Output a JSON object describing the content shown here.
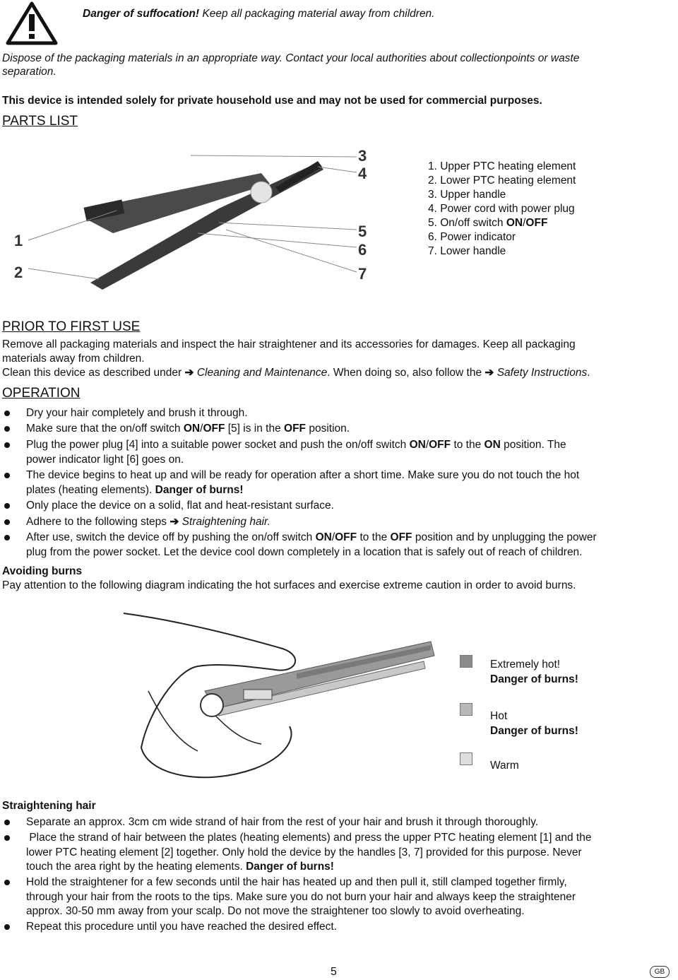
{
  "warning": {
    "danger_label": "Danger of suffocation!",
    "text": "Keep all packaging material away from children."
  },
  "intro": {
    "dispose_1": "Dispose of the packaging materials in an appropriate way. Contact your local authorities about collectionpoints or waste",
    "dispose_2": "separation.",
    "private_use": "This device is intended solely for private household use and may not be used for commercial purposes."
  },
  "parts": {
    "heading": "PARTS LIST",
    "items": [
      "1. Upper PTC heating element",
      "2. Lower PTC heating element",
      "3. Upper handle",
      "4. Power cord with power plug"
    ],
    "item5_prefix": "5. On/off switch",
    "item5_on": "ON",
    "item5_sep": "/",
    "item5_off": "OFF",
    "items_end": [
      "6. Power indicator",
      "7. Lower handle"
    ],
    "figure_numbers": [
      "1",
      "2",
      "3",
      "4",
      "5",
      "6",
      "7"
    ]
  },
  "prior": {
    "heading": "PRIOR TO FIRST USE",
    "p1_a": "Remove all packaging materials and inspect the hair straightener and its accessories for damages. Keep all packaging",
    "p1_b": "materials away from children.",
    "p2_a": "Clean this device as described under",
    "p2_link1": "Cleaning and Maintenance",
    "p2_b": ". When doing so, also follow the",
    "p2_link2": "Safety Instructions",
    "p2_c": "."
  },
  "operation": {
    "heading": "OPERATION",
    "b1": "Dry your hair completely and brush it through.",
    "b2_a": "Make sure that the on/off switch",
    "b2_on": "ON",
    "b2_off": "OFF",
    "b2_b": "[5] is in the",
    "b2_off2": "OFF",
    "b2_c": "position.",
    "b3_a": "Plug the power plug [4] into a suitable power socket and push the on/off switch",
    "b3_b": "to the",
    "b3_on2": "ON",
    "b3_c": "position. The",
    "b3_d": "power indicator light [6] goes on.",
    "b4_a": "The device begins to heat up and will be ready for operation after a short time. Make sure you do not touch the hot",
    "b4_b": "plates (heating elements).",
    "b4_danger": "Danger of burns!",
    "b5": "Only place the device on a solid, flat and heat-resistant surface.",
    "b6_a": "Adhere to the following steps",
    "b6_link": "Straightening hair.",
    "b7_a": "After use, switch the device off by pushing the on/off switch",
    "b7_b": "to the",
    "b7_off2": "OFF",
    "b7_c": "position and by unplugging the power",
    "b7_d": "plug from the power socket. Let the device cool down completely in a location that is safely out of reach of children."
  },
  "burns": {
    "heading": "Avoiding burns",
    "text": "Pay attention to the following diagram indicating the hot surfaces and exercise extreme caution in order to avoid burns.",
    "legend": {
      "extreme_1": "Extremely hot!",
      "extreme_2": "Danger of burns!",
      "hot_1": "Hot",
      "hot_2": "Danger of burns!",
      "warm": "Warm"
    },
    "colors": {
      "extreme": "#8a8a8a",
      "hot": "#b8b8b8",
      "warm": "#dedede"
    }
  },
  "straightening": {
    "heading": "Straightening hair",
    "b1": "Separate an approx. 3cm cm wide strand of hair from the rest of your hair and brush it through thoroughly.",
    "b2_a": "Place the strand of hair between the plates (heating elements) and press the upper PTC heating element [1] and the",
    "b2_b": "lower PTC heating element [2] together. Only hold the device by the handles [3, 7] provided for this purpose. Never",
    "b2_c": "touch the area right by the heating elements.",
    "b2_danger": "Danger of burns!",
    "b3_a": "Hold the straightener for a few seconds until the hair has heated up and then pull it, still clamped together firmly,",
    "b3_b": "through your hair from the roots to the tips. Make sure you do not burn your hair and always keep the straightener",
    "b3_c": "approx. 30-50 mm away from your scalp. Do not move the straightener too slowly to avoid overheating.",
    "b4": "Repeat this procedure until you have reached the desired effect."
  },
  "footer": {
    "page_number": "5",
    "country_badge": "GB"
  }
}
